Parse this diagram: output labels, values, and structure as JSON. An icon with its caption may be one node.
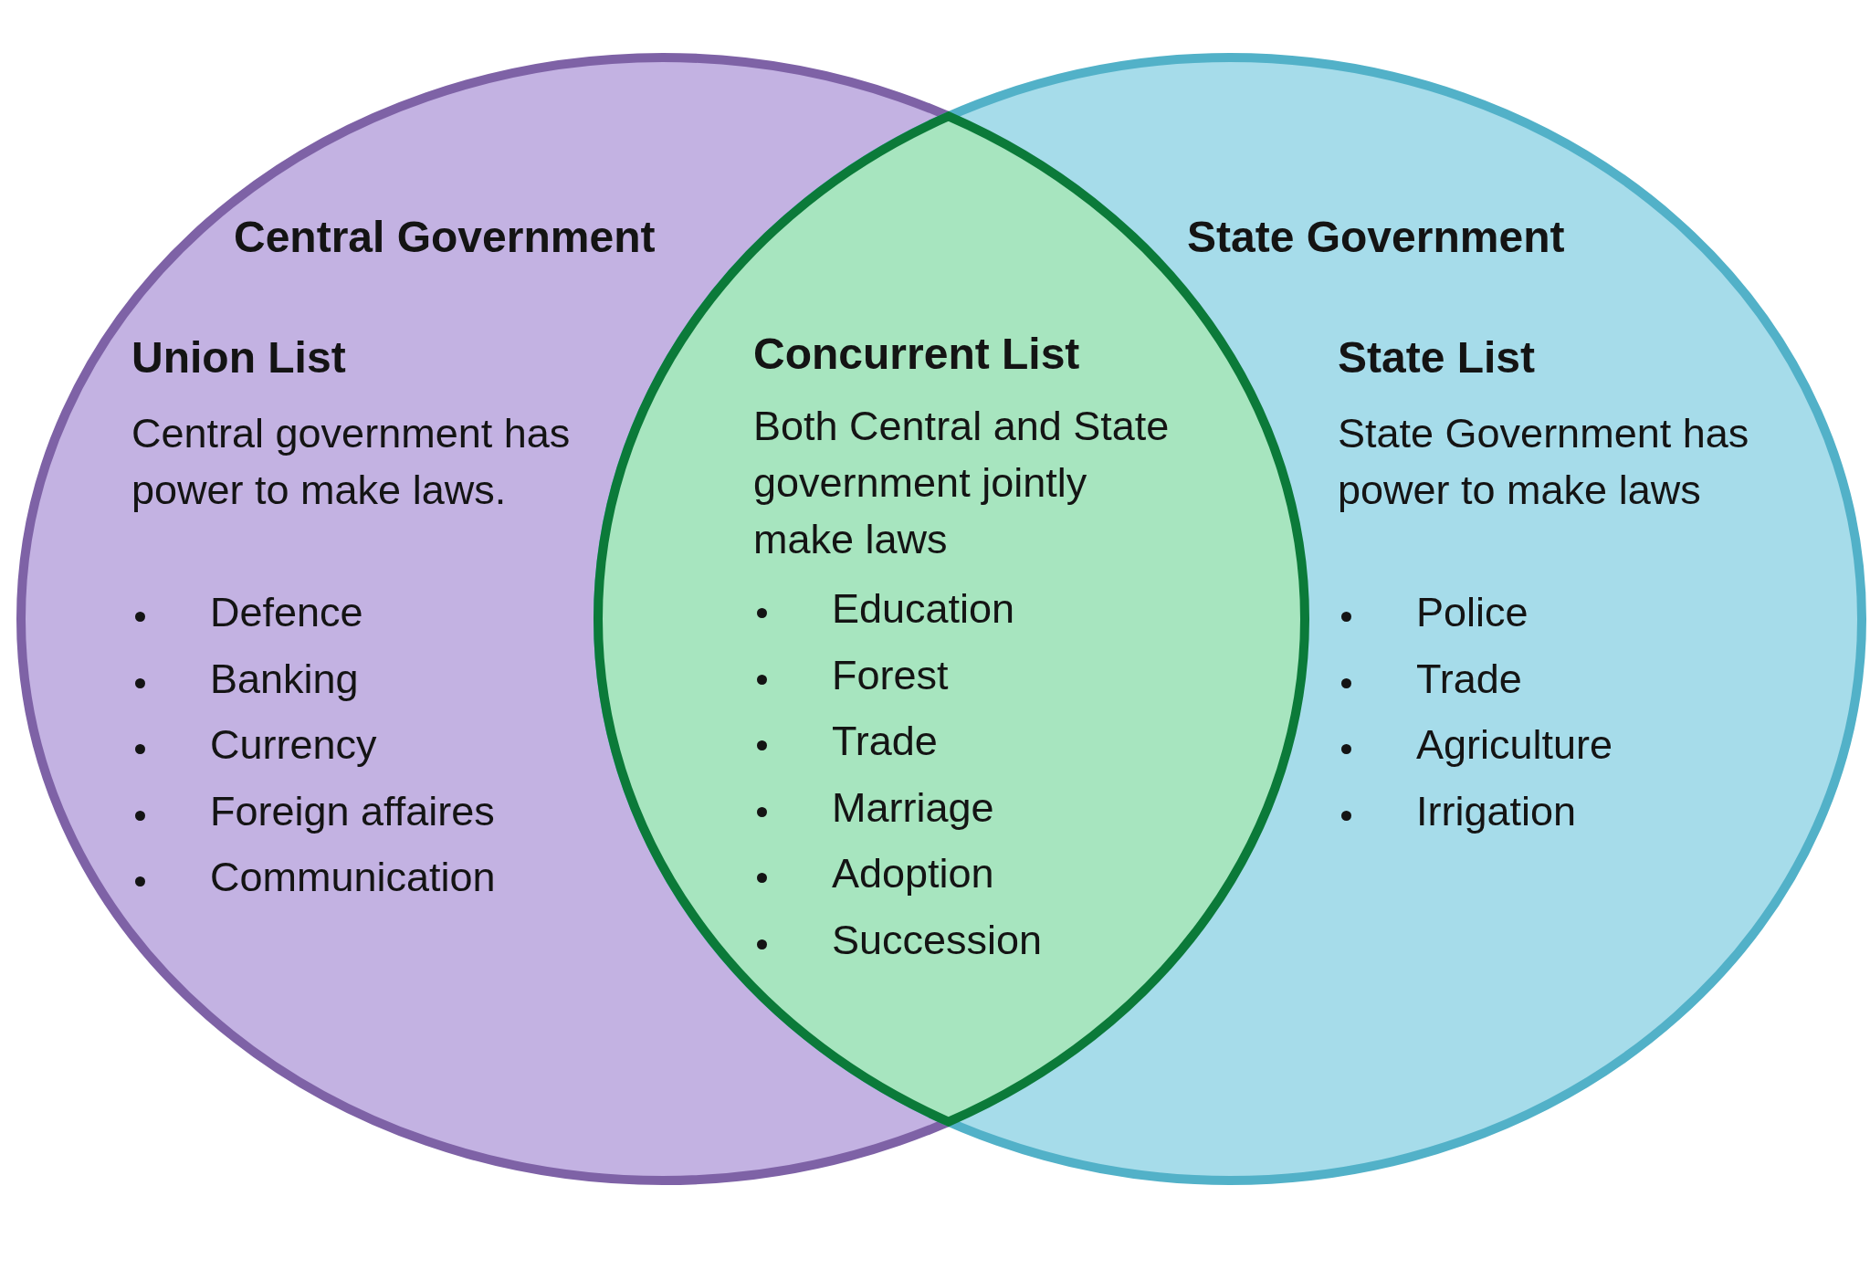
{
  "diagram": {
    "nodes": [
      {
        "text": [
          "Central Government",
          "Union List",
          "Central government has power to make laws.",
          "Defence",
          "Banking",
          "Currency",
          "Foreign affaires",
          "Communication"
        ]
      },
      {
        "text": [
          "State Government",
          "State List",
          "State Government has power to make laws",
          "Police",
          "Trade",
          "Agriculture",
          "Irrigation"
        ]
      },
      {
        "text": [
          "Concurrent List",
          "Both Central and State government jointly make laws",
          "Education",
          "Forest",
          "Trade",
          "Marriage",
          "Adoption",
          "Succession"
        ]
      }
    ]
  }
}
